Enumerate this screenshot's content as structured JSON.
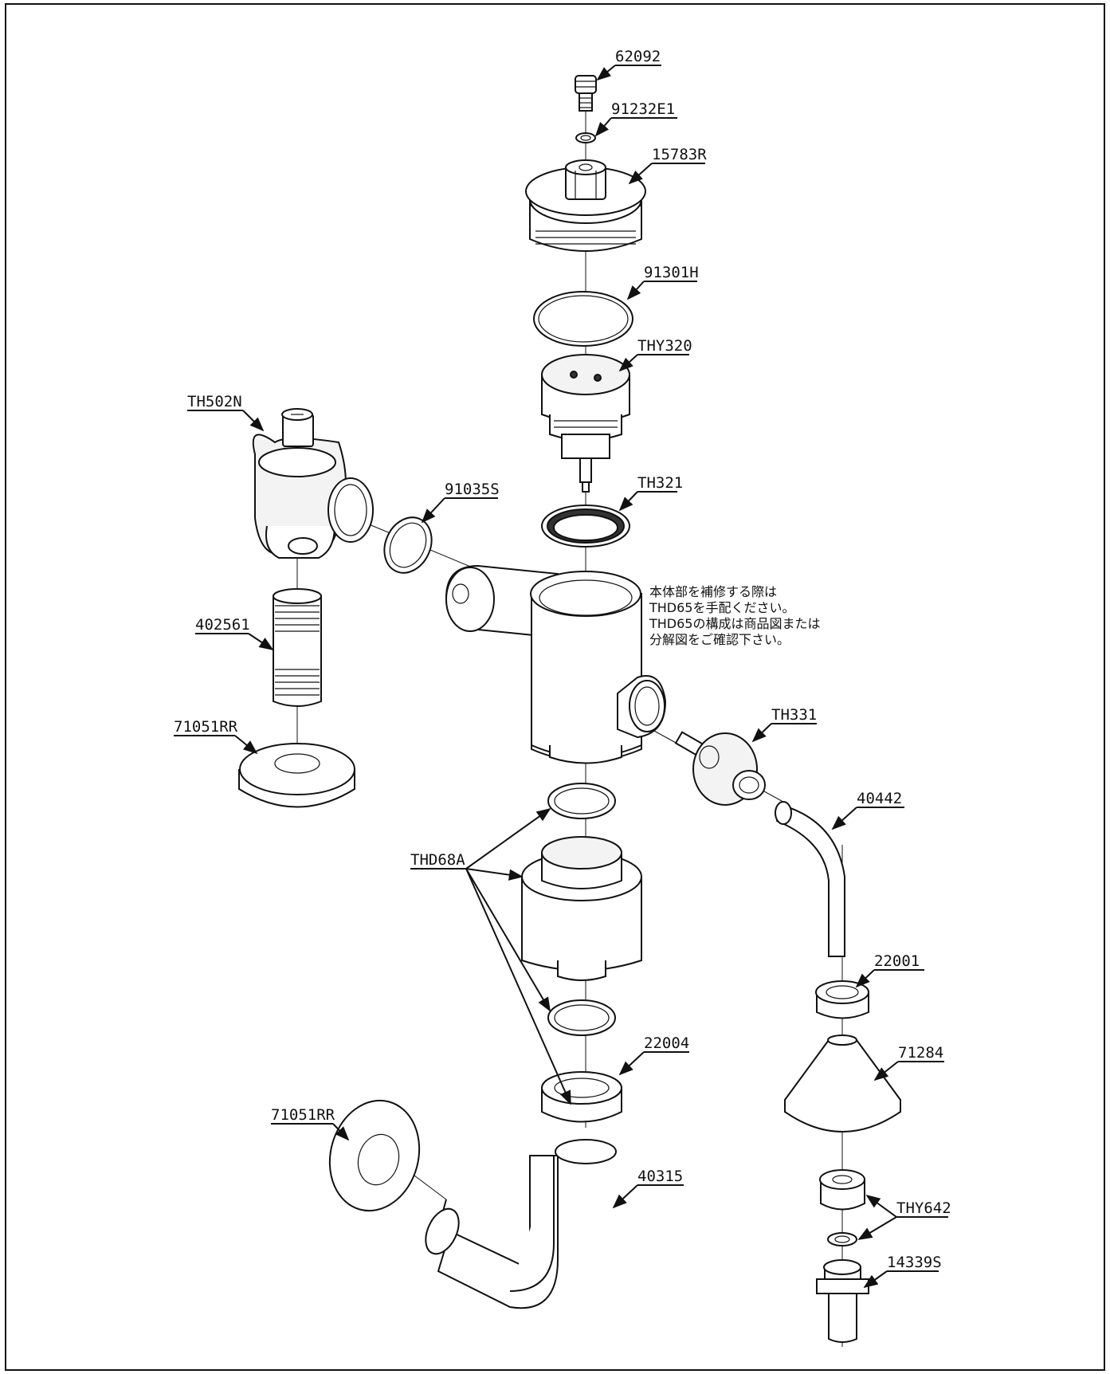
{
  "labels": {
    "l62092": "62092",
    "l91232e1": "91232E1",
    "l15783r": "15783R",
    "l91301h": "91301H",
    "lthy320": "THY320",
    "lth502n": "TH502N",
    "l91035s": "91035S",
    "lth321": "TH321",
    "l402561": "402561",
    "l71051rr_top": "71051RR",
    "lth331": "TH331",
    "l40442": "40442",
    "lthd68a": "THD68A",
    "l22001": "22001",
    "l71284": "71284",
    "l22004": "22004",
    "l71051rr_bottom": "71051RR",
    "l40315": "40315",
    "lthy642": "THY642",
    "l14339s": "14339S"
  },
  "note": {
    "line1": "本体部を補修する際は",
    "line2": "THD65を手配ください。",
    "line3": "THD65の構成は商品図または",
    "line4": "分解図をご確認下さい。"
  }
}
